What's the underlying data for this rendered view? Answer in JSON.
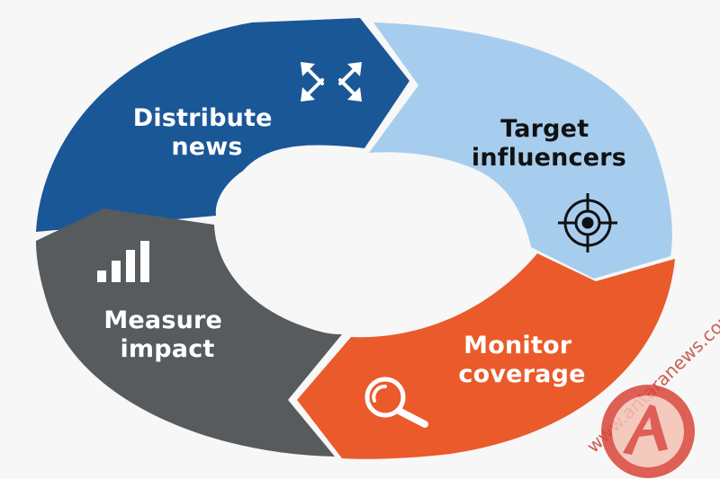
{
  "cycle": {
    "segments": [
      {
        "id": "distribute",
        "lines": [
          "Distribute",
          "news"
        ],
        "icon": "expand-arrows-icon",
        "color": "#1a5797",
        "text_color": "#ffffff"
      },
      {
        "id": "target",
        "lines": [
          "Target",
          "influencers"
        ],
        "icon": "crosshair-icon",
        "color": "#a7cdee",
        "text_color": "#111111"
      },
      {
        "id": "monitor",
        "lines": [
          "Monitor",
          "coverage"
        ],
        "icon": "magnifier-icon",
        "color": "#ea5a2a",
        "text_color": "#ffffff"
      },
      {
        "id": "measure",
        "lines": [
          "Measure",
          "impact"
        ],
        "icon": "bar-chart-icon",
        "color": "#575b5e",
        "text_color": "#ffffff"
      }
    ]
  },
  "watermark": {
    "text": "www.antaranews.com",
    "logo": "antara-logo",
    "logo_color": "#d9453a"
  }
}
